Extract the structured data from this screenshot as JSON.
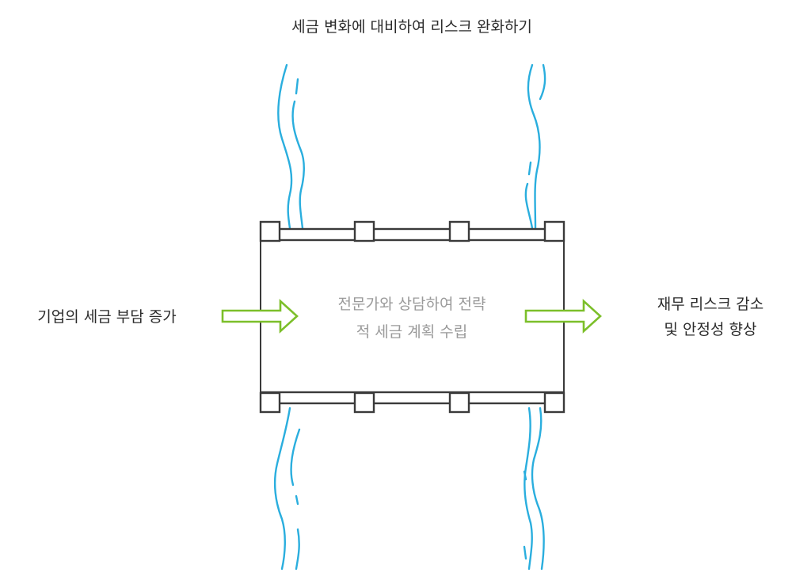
{
  "title": "세금 변화에 대비하여 리스크 완화하기",
  "input": {
    "label": "기업의 세금 부담 증가"
  },
  "process": {
    "line1": "전문가와 상담하여 전략",
    "line2": "적 세금 계획 수립"
  },
  "output": {
    "line1": "재무 리스크 감소",
    "line2": "및 안정성 향상"
  },
  "colors": {
    "water": "#2aaede",
    "arrow": "#7cbf2a",
    "outline": "#3a3a3a",
    "process_text": "#9a9a9a"
  }
}
